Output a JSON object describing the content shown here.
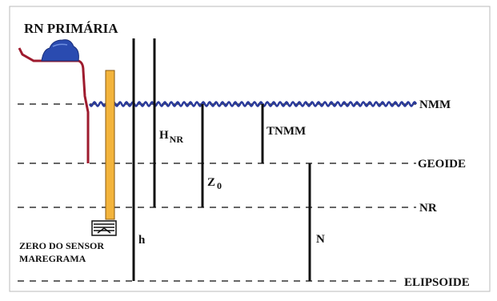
{
  "labels": {
    "rn_primaria": "RN PRIMÁRIA",
    "nmm": "NMM",
    "geoide": "GEOIDE",
    "nr": "NR",
    "elipsoide": "ELIPSOIDE",
    "h_nr_main": "H",
    "h_nr_sub": "NR",
    "tnmm": "TNMM",
    "z0_main": "Z",
    "z0_sub": "0",
    "h_small": "h",
    "n": "N",
    "zero_sensor_line1": "ZERO DO SENSOR",
    "zero_sensor_line2": "MAREGRAMA"
  },
  "colors": {
    "line": "#111111",
    "dashed": "#333333",
    "water": "#2a3a9a",
    "land": "#9e1b2e",
    "benchmark": "#2a4bb0",
    "gauge_fill": "#f3b43c",
    "gauge_stroke": "#8a5a10",
    "frame": "#bbbbbb"
  },
  "icons": {
    "benchmark": "benchmark-monument-icon",
    "sensor": "tide-sensor-icon"
  }
}
